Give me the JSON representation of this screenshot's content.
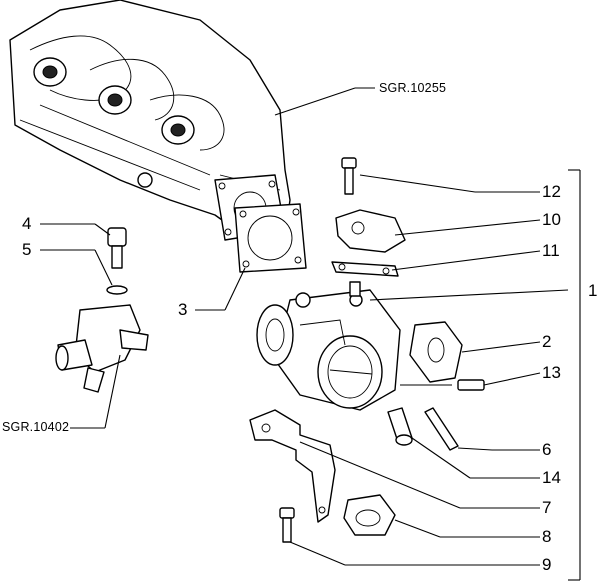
{
  "references": {
    "intake_manifold": "SGR.10255",
    "water_fitting": "SGR.10402"
  },
  "part_labels": {
    "p1": "1",
    "p2": "2",
    "p3": "3",
    "p4": "4",
    "p5": "5",
    "p6": "6",
    "p7": "7",
    "p8": "8",
    "p9": "9",
    "p10": "10",
    "p11": "11",
    "p12": "12",
    "p13": "13",
    "p14": "14"
  }
}
